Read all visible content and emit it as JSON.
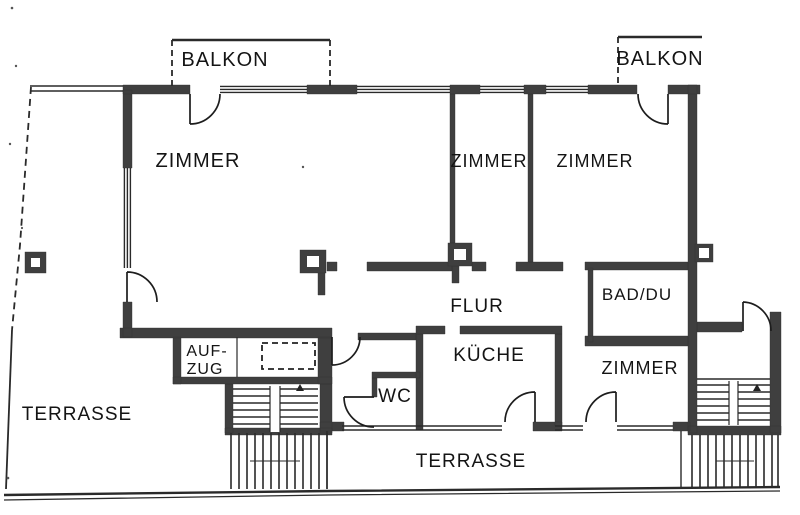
{
  "labels": {
    "balcony_left": "BALKON",
    "balcony_right": "BALKON",
    "room_living": "ZIMMER",
    "room_middle": "ZIMMER",
    "room_top_right": "ZIMMER",
    "room_bottom_right": "ZIMMER",
    "hall": "FLUR",
    "bathroom": "BAD/DU",
    "kitchen": "KÜCHE",
    "wc": "WC",
    "elevator_line1": "AUF-",
    "elevator_line2": "ZUG",
    "terrace_left": "TERRASSE",
    "terrace_south": "TERRASSE"
  },
  "colors": {
    "wall": "#3f3f3f",
    "line": "#2a2a2a",
    "text": "#141414",
    "background": "#ffffff"
  }
}
